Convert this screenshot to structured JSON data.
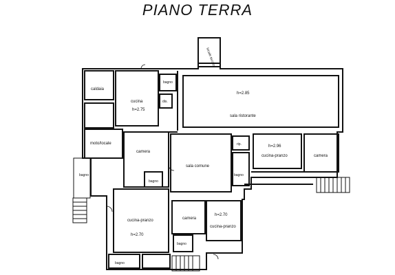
{
  "title": "PIANO TERRA",
  "rooms": {
    "caldaia": "caldaia",
    "cucina_top": "cucina",
    "h_cucina_top": "h=2.75",
    "bagno_top": "bagno",
    "dis": "dis.",
    "locale_tecnico": "locale tecnico",
    "h_sala_ristorante": "h=2.85",
    "sala_ristorante": "sala ristorante",
    "moto_locale": "moto/locale",
    "camera_left": "camera",
    "bagno_left": "bagno",
    "bagno_mid": "bagno",
    "sala_comune": "sala comune",
    "rip": "rip.",
    "bagno_center": "bagno",
    "h_cucina_pranzo_right": "h=2.96",
    "cucina_pranzo_right": "cucina-pranzo",
    "camera_right": "camera",
    "camera_low": "camera",
    "h_cucina_pranzo_low": "h=2.70",
    "cucina_pranzo_low": "cucina-pranzo",
    "cucina_pranzo_left": "cucina-pranzo",
    "h_cucina_pranzo_left": "h=2.70",
    "bagno_low": "bagno",
    "bagno_bottom": "bagno"
  }
}
